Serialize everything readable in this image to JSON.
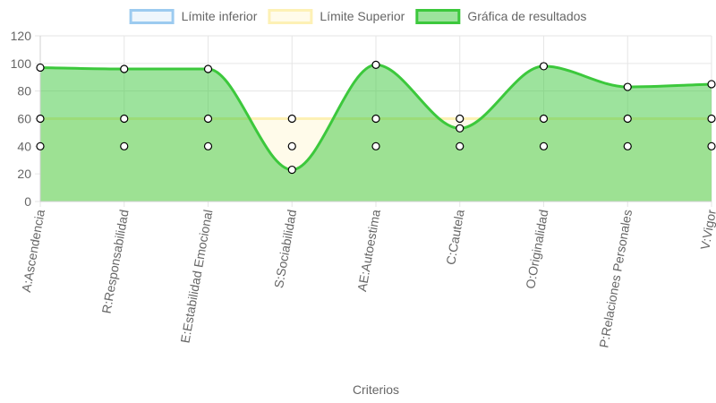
{
  "chart_data": {
    "type": "area",
    "title": "",
    "xlabel": "Criterios",
    "ylabel": "",
    "ylim": [
      0,
      120
    ],
    "yticks": [
      0,
      20,
      40,
      60,
      80,
      100,
      120
    ],
    "grid": true,
    "legend_position": "top",
    "categories": [
      "A:Ascendencia",
      "R:Responsabilidad",
      "E:Estabilidad Emocional",
      "S:Sociabilidad",
      "AE:Autoestima",
      "C:Cautela",
      "O:Originalidad",
      "P:Relaciones Personales",
      "V:Vigor"
    ],
    "series": [
      {
        "name": "Límite inferior",
        "values": [
          40,
          40,
          40,
          40,
          40,
          40,
          40,
          40,
          40
        ],
        "line_color": "#9ccbf0",
        "fill_color": "#eef6fc",
        "fill": true,
        "smooth": false
      },
      {
        "name": "Límite Superior",
        "values": [
          60,
          60,
          60,
          60,
          60,
          60,
          60,
          60,
          60
        ],
        "line_color": "#fdf1b5",
        "fill_color": "#fffbea",
        "fill": true,
        "smooth": false
      },
      {
        "name": "Gráfica de resultados",
        "values": [
          97,
          96,
          96,
          23,
          99,
          53,
          98,
          83,
          85
        ],
        "line_color": "#3cc83c",
        "fill_color": "rgba(60, 200, 60, 0.5)",
        "fill": true,
        "smooth": true
      }
    ]
  }
}
